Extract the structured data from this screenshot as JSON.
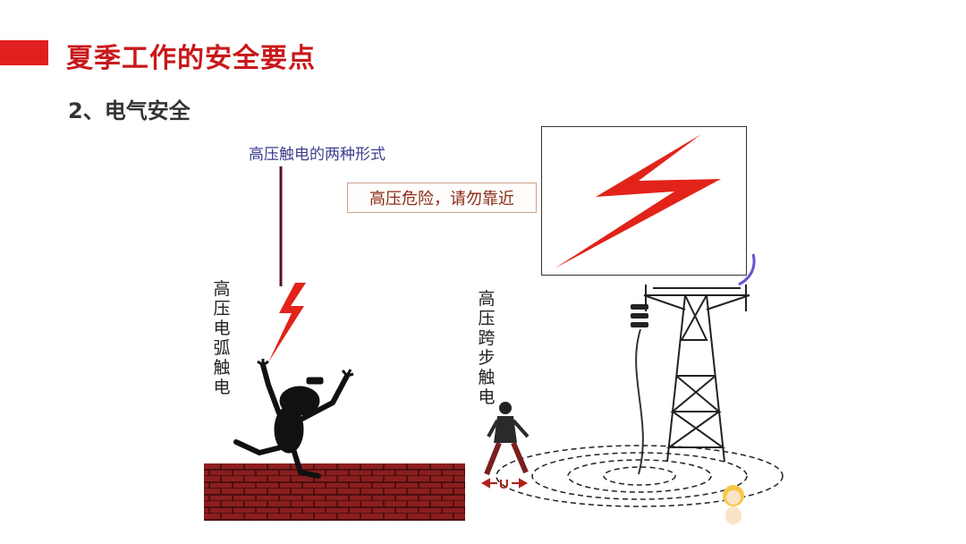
{
  "slide": {
    "title": "夏季工作的安全要点",
    "section": "2、电气安全"
  },
  "figure": {
    "caption": "高压触电的两种形式",
    "warning_text": "高压危险，请勿靠近",
    "arc_label": "高压电弧触电",
    "step_label": "高压跨步触电",
    "step_voltage_symbol": "U"
  },
  "colors": {
    "accent_red": "#e0201f",
    "title_red": "#c8191b",
    "caption_blue": "#3d3d8f",
    "brick": "#8b1e1e"
  }
}
